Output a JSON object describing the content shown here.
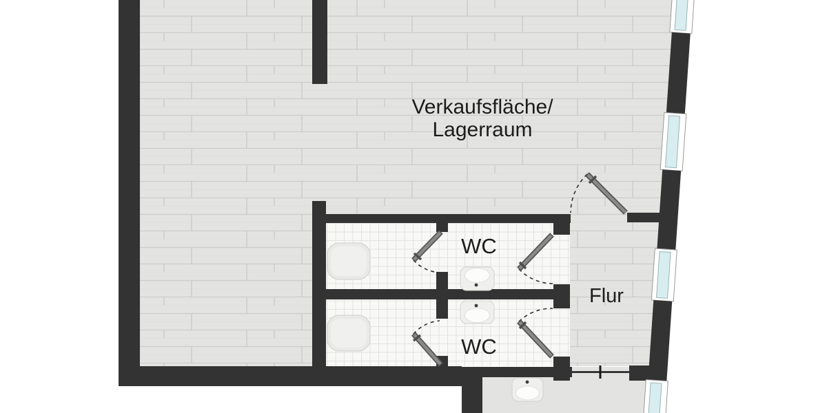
{
  "diagram_type": "floor-plan",
  "language": "de",
  "rooms": {
    "sales": {
      "label_line1": "Verkaufsfläche/",
      "label_line2": "Lagerraum",
      "floor": "wood-planks",
      "shape": "L-shaped"
    },
    "wc_upper": {
      "label": "WC",
      "floor": "white-tile",
      "fixtures": [
        "washbasin",
        "toilet"
      ]
    },
    "wc_lower": {
      "label": "WC",
      "floor": "white-tile",
      "fixtures": [
        "washbasin",
        "toilet"
      ]
    },
    "corridor": {
      "label": "Flur",
      "floor": "wood-planks"
    },
    "back_room": {
      "label": "",
      "floor": "plain-gray",
      "fixtures": [
        "toilet"
      ]
    }
  },
  "openings": {
    "swing_doors": 5,
    "doorless_opening_with_tick": 1,
    "windows_on_slanted_right_wall": 4
  },
  "colors": {
    "background": "#ffffff",
    "wall": "#333333",
    "wood_floor": "#e3e3e1",
    "wood_floor_line": "#cbcbc9",
    "tile_floor": "#f8f8f7",
    "tile_grid": "#e2e2e1",
    "plain_floor": "#e3e3e2",
    "window_pane": "#d8edef",
    "window_frame": "#ffffff",
    "door_leaf": "#8a8a8a",
    "swing_arc": "#2f2f2f",
    "fixture_fill": "#efefed",
    "label_text": "#1c1c1c"
  }
}
